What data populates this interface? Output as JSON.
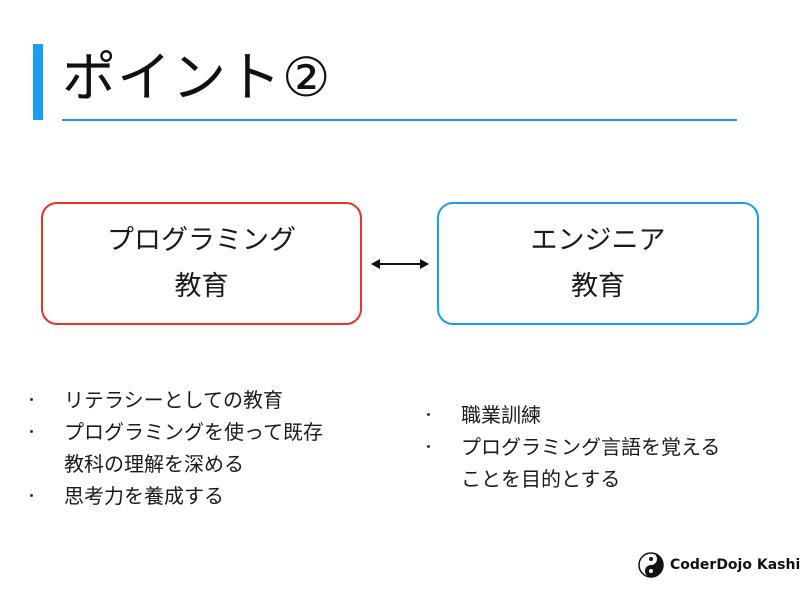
{
  "slide": {
    "title": "ポイント②",
    "accent_color": "#1a9cf0",
    "left_box": {
      "line1": "プログラミング",
      "line2": "教育",
      "border_color": "#e8322a"
    },
    "right_box": {
      "line1": "エンジニア",
      "line2": "教育",
      "border_color": "#1a9cf0"
    },
    "connector_icon": "double-headed-arrow",
    "left_points": [
      {
        "lines": [
          "リテラシーとしての教育"
        ]
      },
      {
        "lines": [
          "プログラミングを使って既存",
          "教科の理解を深める"
        ]
      },
      {
        "lines": [
          "思考力を養成する"
        ]
      }
    ],
    "right_points": [
      {
        "lines": [
          "職業訓練"
        ]
      },
      {
        "lines": [
          "プログラミング言語を覚える",
          "ことを目的とする"
        ]
      }
    ],
    "footer": {
      "logo_text": "CoderDojo Kashiwa",
      "logo_icon": "yin-yang-icon"
    }
  }
}
